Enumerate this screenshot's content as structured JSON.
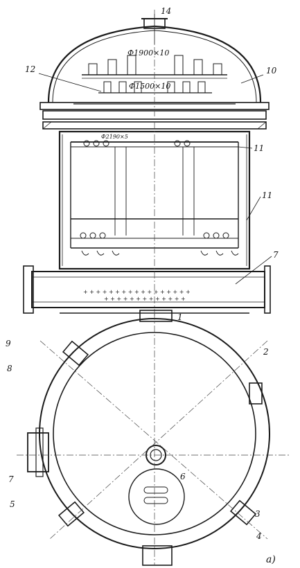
{
  "dimensions": {
    "top_shell": "Ф1900×10",
    "inner_shell": "Ф1500×10",
    "basket": "Ф2190×5"
  },
  "callouts": [
    "14",
    "12",
    "10",
    "11",
    "11",
    "7",
    "1",
    "9",
    "8",
    "2",
    "7",
    "6",
    "5",
    "3",
    "4"
  ],
  "caption": "а)"
}
